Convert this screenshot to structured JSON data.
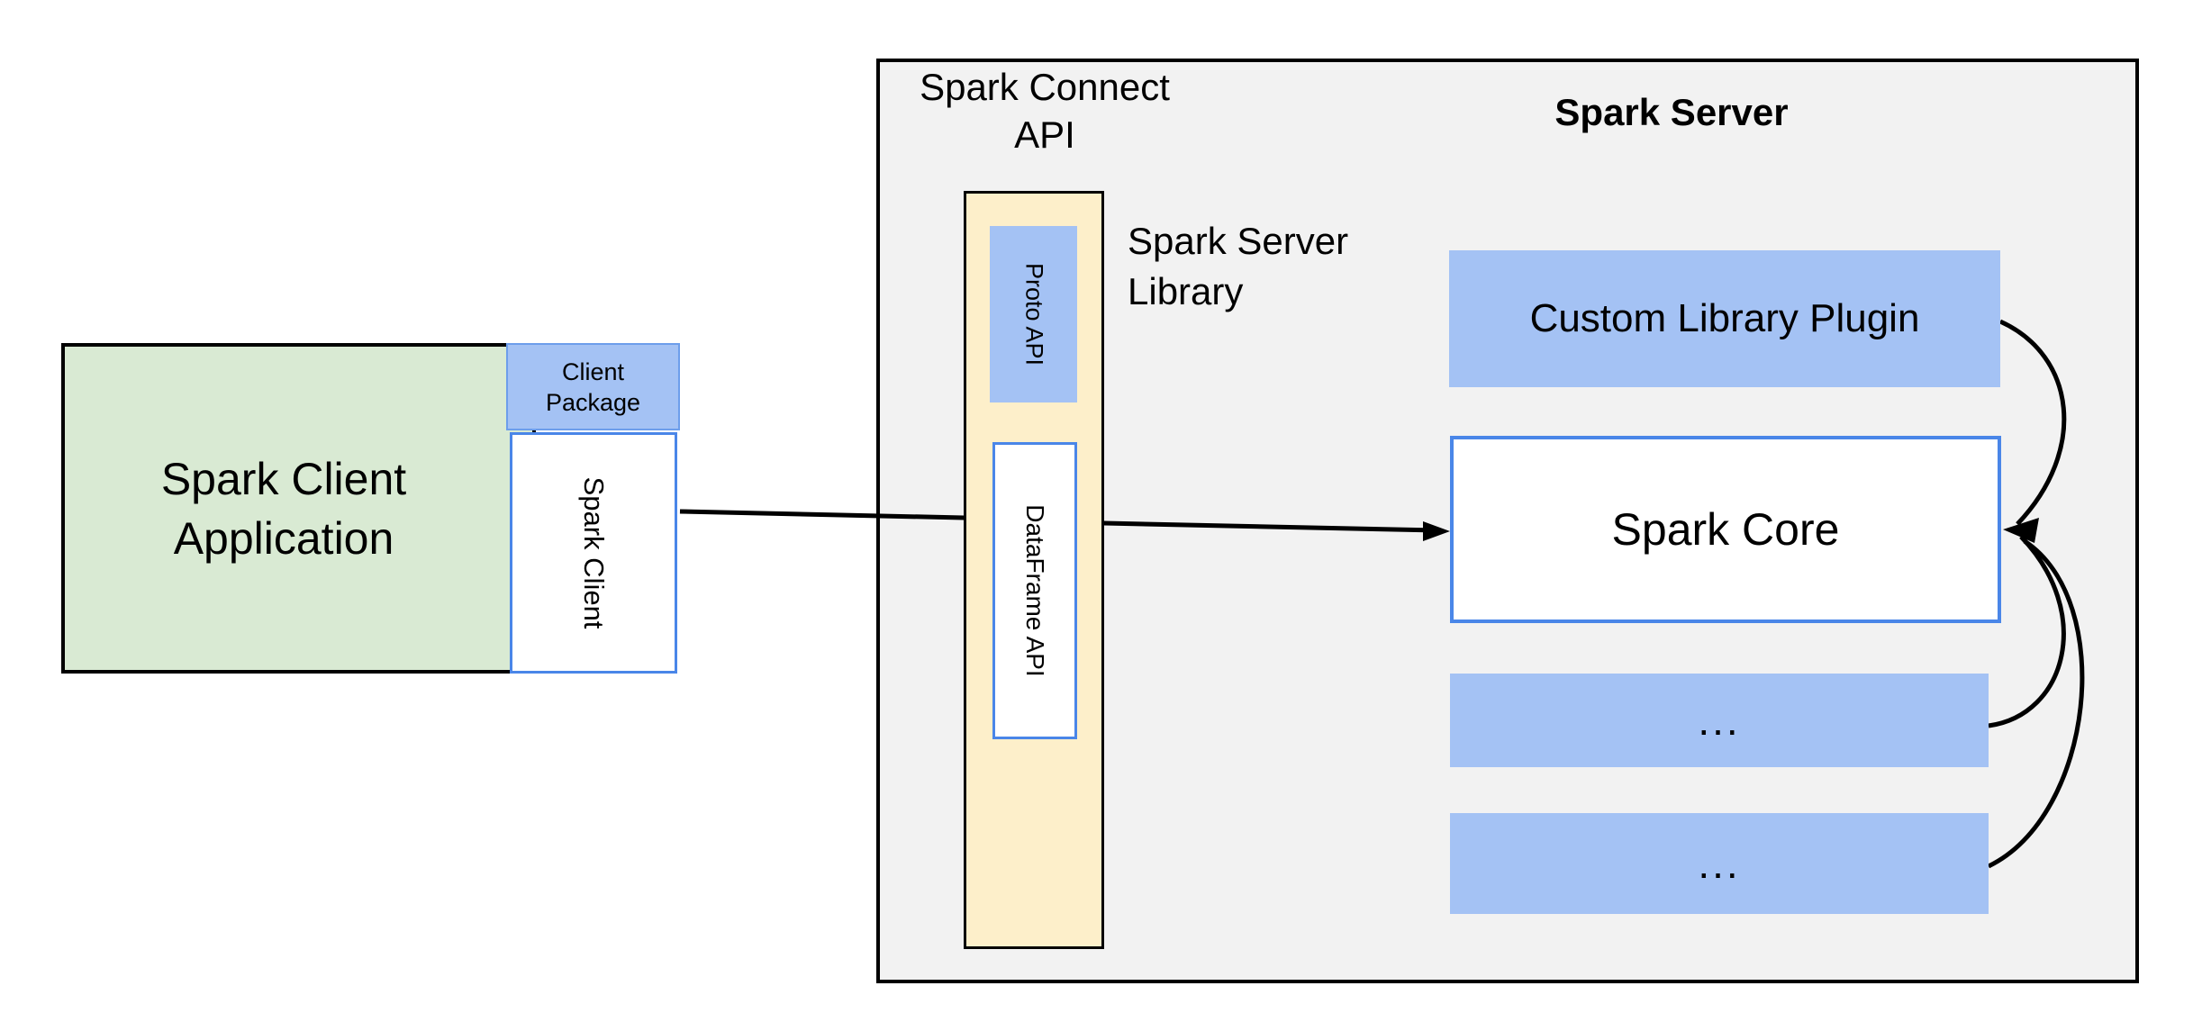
{
  "client": {
    "app_lines": [
      "Spark Client",
      "Application"
    ],
    "package_lines": [
      "Client",
      "Package"
    ],
    "client_label": "Spark Client"
  },
  "connect_api_lines": [
    "Spark Connect",
    "API"
  ],
  "server": {
    "title": "Spark Server",
    "library_lines": [
      "Spark Server",
      "Library"
    ],
    "proto_label": "Proto  API",
    "dataframe_label": "DataFrame API",
    "plugin_label": "Custom Library Plugin",
    "core_label": "Spark Core",
    "ellipsis": "..."
  },
  "icons": {
    "arrow_main": "right-arrow",
    "arrow_feedback": "left-arrow"
  },
  "colors": {
    "green_fill": "#d9ead3",
    "blue_fill": "#a4c2f4",
    "blue_border": "#4a86e8",
    "package_border": "#6d9eeb",
    "yellow_fill": "#fdefca",
    "gray_fill": "#f2f2f2",
    "line_color": "#000000"
  }
}
